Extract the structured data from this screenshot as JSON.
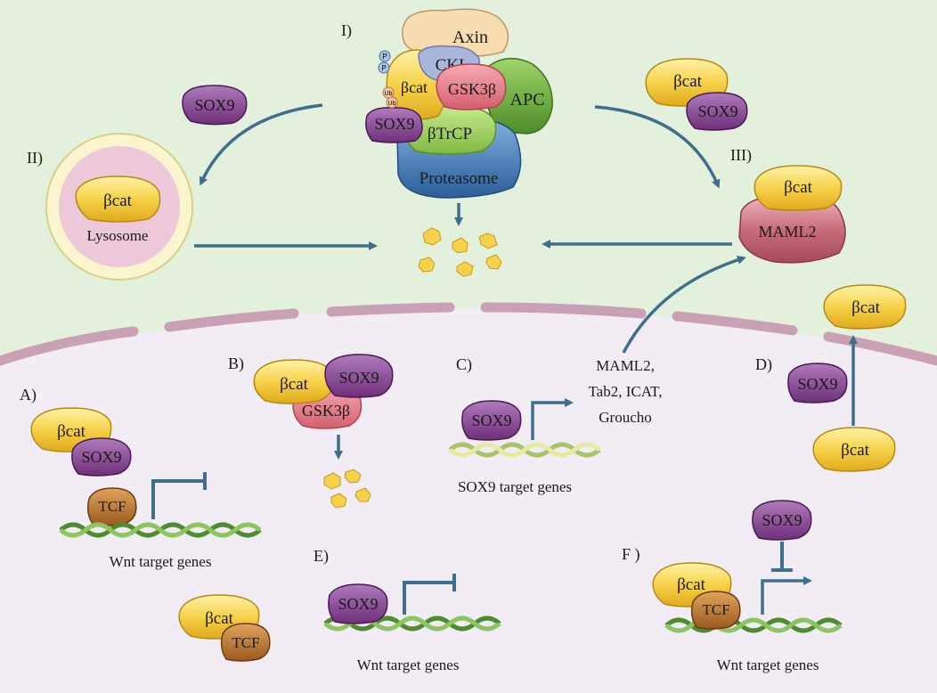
{
  "panels": {
    "I": "I)",
    "II": "II)",
    "III": "III)",
    "A": "A)",
    "B": "B)",
    "C": "C)",
    "D": "D)",
    "E": "E)",
    "F": "F )"
  },
  "proteins": {
    "bcat": "βcat",
    "sox9": "SOX9",
    "tcf": "TCF",
    "gsk3b": "GSK3β",
    "axin": "Axin",
    "cki": "CKI",
    "apc": "APC",
    "btrcp": "βTrCP",
    "proteasome": "Proteasome",
    "maml2": "MAML2",
    "lysosome": "Lysosome",
    "p": "P",
    "ub": "Ub"
  },
  "genes": {
    "wnt_target": "Wnt target genes",
    "sox9_target": "SOX9 target genes",
    "c_products": [
      "MAML2,",
      "Tab2, ICAT,",
      "Groucho"
    ]
  },
  "colors": {
    "cytoplasm": "#e3f0dc",
    "nucleus": "#f2ecf5",
    "membrane": "#c9a0b4",
    "arrow": "#3f6f8c",
    "bcat": "#f6d24a",
    "sox9": "#8b4a93",
    "tcf": "#b9722d",
    "gsk3b": "#e27a86",
    "axin": "#f6dcae",
    "cki": "#a9b6dc",
    "apc": "#6cae3c",
    "btrcp": "#9ccf5c",
    "proteasome": "#3f79b6",
    "maml2": "#c96d7b",
    "dna": "#5f9a3a"
  }
}
